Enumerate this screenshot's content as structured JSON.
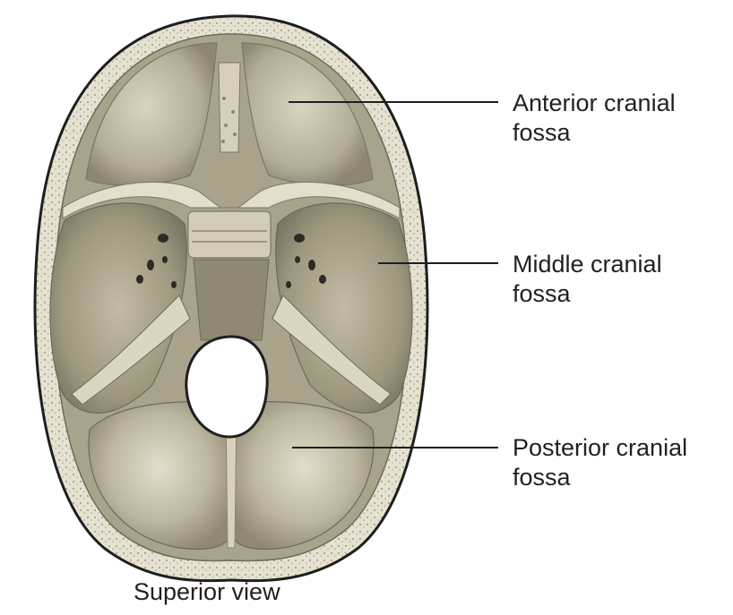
{
  "labels": {
    "anterior_line1": "Anterior cranial",
    "anterior_line2": "fossa",
    "middle_line1": "Middle cranial",
    "middle_line2": "fossa",
    "posterior_line1": "Posterior cranial",
    "posterior_line2": "fossa"
  },
  "caption": "Superior view",
  "colors": {
    "bone": "#d8d2bc",
    "bone_shadow": "#9c967f",
    "bone_dark": "#6e6a58",
    "outline": "#1e1e1e",
    "leader": "#1e1e1e",
    "text": "#231f20"
  }
}
